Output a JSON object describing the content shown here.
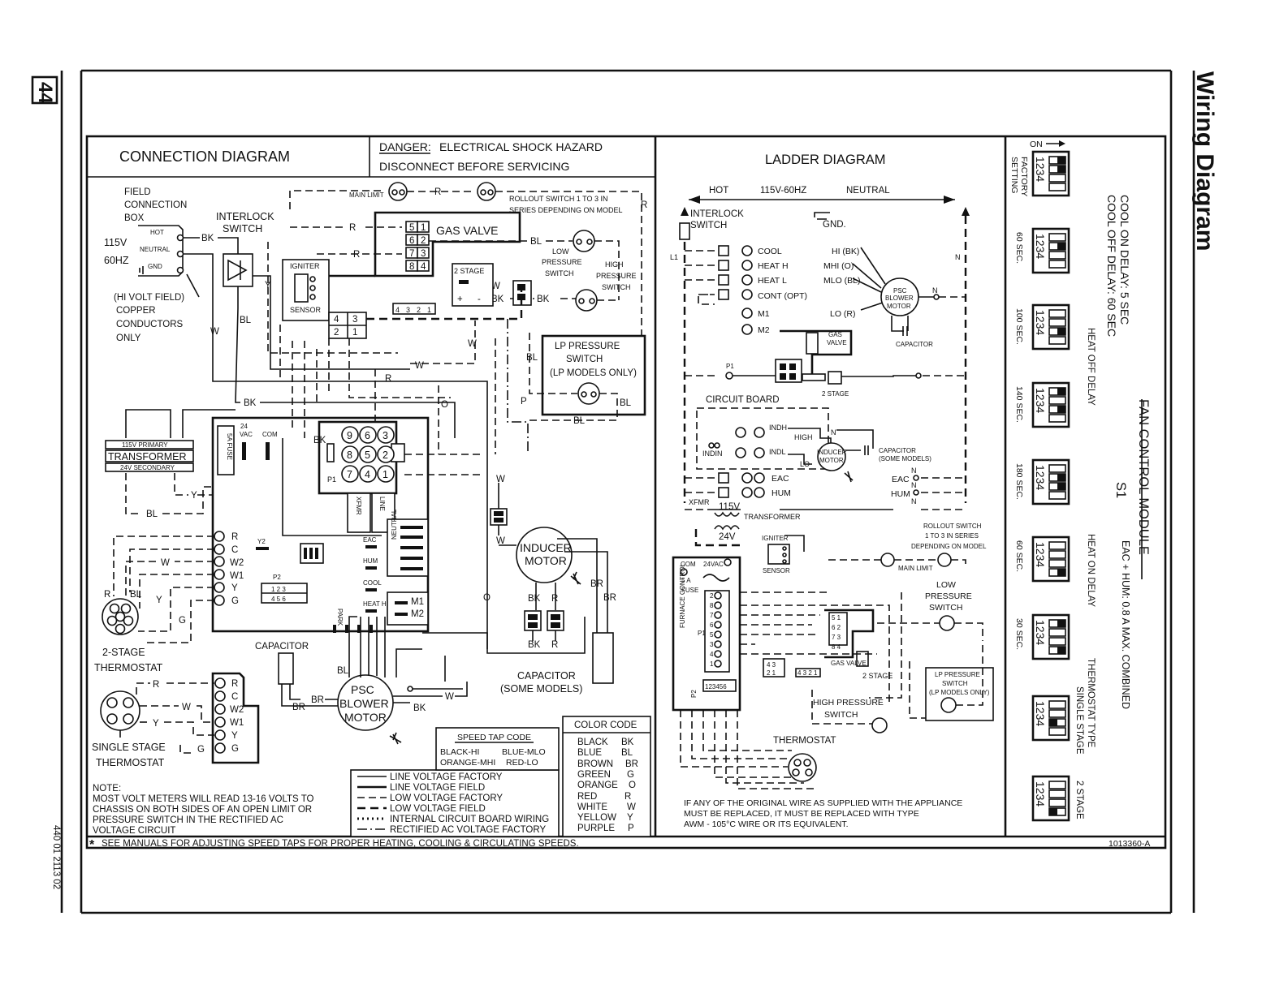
{
  "page": {
    "number": "44",
    "doc_id": "440 01 2113 02",
    "section_title": "Wiring Diagram"
  },
  "connection": {
    "title": "CONNECTION DIAGRAM",
    "danger_line1_label": "DANGER:",
    "danger_line1_text": "ELECTRICAL SHOCK HAZARD",
    "danger_line2": "DISCONNECT BEFORE SERVICING",
    "field_box": [
      "FIELD",
      "CONNECTION",
      "BOX"
    ],
    "supply": [
      "115V",
      "60HZ"
    ],
    "hot": "HOT",
    "neutral": "NEUTRAL",
    "gnd": "GND",
    "hi_volt_field": "(HI VOLT FIELD)",
    "copper": [
      "COPPER",
      "CONDUCTORS",
      "ONLY"
    ],
    "interlock_switch": [
      "INTERLOCK",
      "SWITCH"
    ],
    "main_limit": "MAIN LIMIT",
    "rollout": [
      "ROLLOUT SWITCH 1 TO 3 IN",
      "SERIES DEPENDING ON MODEL"
    ],
    "gas_valve": "GAS VALVE",
    "igniter": "IGNITER",
    "sensor": "SENSOR",
    "two_stage": "2 STAGE",
    "low_pressure": [
      "LOW",
      "PRESSURE",
      "SWITCH"
    ],
    "high_pressure": [
      "HIGH",
      "PRESSURE",
      "SWITCH"
    ],
    "lp_pressure": [
      "LP PRESSURE",
      "SWITCH",
      "(LP MODELS ONLY)"
    ],
    "transformer": "TRANSFORMER",
    "primary": "115V PRIMARY",
    "secondary": "24V SECONDARY",
    "vac24": [
      "24",
      "VAC"
    ],
    "com": "COM",
    "fuse": "5A FUSE",
    "inducer_motor": [
      "INDUCER",
      "MOTOR"
    ],
    "psc_blower": [
      "PSC",
      "BLOWER",
      "MOTOR"
    ],
    "capacitor": "CAPACITOR",
    "capacitor_some": [
      "CAPACITOR",
      "(SOME MODELS)"
    ],
    "two_stage_thermostat": [
      "2-STAGE",
      "THERMOSTAT"
    ],
    "single_stage_thermostat": [
      "SINGLE STAGE",
      "THERMOSTAT"
    ],
    "terminals": [
      "R",
      "C",
      "W2",
      "W1",
      "Y",
      "G"
    ],
    "pins_p1": [
      "9",
      "6",
      "3",
      "8",
      "5",
      "2",
      "7",
      "4",
      "1"
    ],
    "p1": "P1",
    "p2": "P2",
    "y2": "Y2",
    "board_labels": [
      "EAC",
      "HUM",
      "NEUTRAL",
      "COOL",
      "HEAT H",
      "M1",
      "M2",
      "LINE",
      "XFMR"
    ],
    "wire_codes": {
      "bk": "BK",
      "r": "R",
      "bl": "BL",
      "y": "Y",
      "w": "W",
      "o": "O",
      "br": "BR",
      "g": "G",
      "p": "P"
    },
    "note_title": "NOTE:",
    "note": [
      "MOST VOLT METERS WILL READ 13-16 VOLTS TO",
      "CHASSIS ON BOTH SIDES OF AN OPEN LIMIT OR",
      "PRESSURE SWITCH IN THE RECTIFIED AC",
      "VOLTAGE CIRCUIT"
    ],
    "legend": [
      "LINE VOLTAGE FACTORY",
      "LINE VOLTAGE FIELD",
      "LOW VOLTAGE FACTORY",
      "LOW VOLTAGE FIELD",
      "INTERNAL CIRCUIT BOARD WIRING",
      "RECTIFIED AC VOLTAGE FACTORY"
    ],
    "speed_tap": {
      "title": "SPEED TAP CODE",
      "rows": [
        [
          "BLACK-HI",
          "BLUE-MLO"
        ],
        [
          "ORANGE-MHI",
          "RED-LO"
        ]
      ]
    },
    "color_code": {
      "title": "COLOR   CODE",
      "rows": [
        [
          "BLACK",
          "BK"
        ],
        [
          "BLUE",
          "BL"
        ],
        [
          "BROWN",
          "BR"
        ],
        [
          "GREEN",
          "G"
        ],
        [
          "ORANGE",
          "O"
        ],
        [
          "RED",
          "R"
        ],
        [
          "WHITE",
          "W"
        ],
        [
          "YELLOW",
          "Y"
        ],
        [
          "PURPLE",
          "P"
        ]
      ]
    },
    "footnote": "SEE MANUALS FOR ADJUSTING SPEED TAPS FOR PROPER HEATING, COOLING & CIRCULATING SPEEDS."
  },
  "ladder": {
    "title": "LADDER DIAGRAM",
    "hot": "HOT",
    "supply": "115V-60HZ",
    "neutral": "NEUTRAL",
    "interlock": [
      "INTERLOCK",
      "SWITCH"
    ],
    "gnd": "GND.",
    "l1": "L1",
    "n": "N",
    "rungs": [
      [
        "COOL",
        "HI (BK)"
      ],
      [
        "HEAT H",
        "MHI (O)"
      ],
      [
        "HEAT L",
        "MLO (BL)"
      ],
      [
        "CONT (OPT)",
        ""
      ],
      [
        "M1",
        "LO (R)"
      ],
      [
        "M2",
        ""
      ]
    ],
    "psc_blower": [
      "PSC",
      "BLOWER",
      "MOTOR"
    ],
    "capacitor": "CAPACITOR",
    "gas_valve": [
      "GAS",
      "VALVE"
    ],
    "p1": "P1",
    "two_stage": "2 STAGE",
    "circuit_board": "CIRCUIT BOARD",
    "indh": "INDH",
    "indl": "INDL",
    "indin": "INDIN",
    "high": "HIGH",
    "lo": "LO",
    "inducer": [
      "INDUCER",
      "MOTOR"
    ],
    "cap_some": [
      "CAPACITOR",
      "(SOME MODELS)"
    ],
    "eac": "EAC",
    "hum": "HUM",
    "xfmr": "XFMR",
    "v115": "115V",
    "transformer": "TRANSFORMER",
    "v24": "24V",
    "rollout": [
      "ROLLOUT SWITCH",
      "1 TO 3 IN SERIES",
      "DEPENDING ON MODEL"
    ],
    "igniter": "IGNITER",
    "sensor": "SENSOR",
    "main_limit": "MAIN LIMIT",
    "low_pressure": [
      "LOW",
      "PRESSURE",
      "SWITCH"
    ],
    "com": "COM",
    "vac24": "24VAC",
    "fuse": [
      "5 A",
      "FUSE"
    ],
    "furnace_control": "FURNACE CONTROL",
    "lp_pressure": [
      "LP PRESSURE",
      "SWITCH",
      "(LP MODELS ONLY)"
    ],
    "high_pressure": [
      "HIGH PRESSURE",
      "SWITCH"
    ],
    "thermostat": "THERMOSTAT",
    "notice": [
      "IF ANY OF THE ORIGINAL WIRE AS SUPPLIED WITH THE APPLIANCE",
      "MUST BE REPLACED, IT MUST BE REPLACED WITH TYPE",
      "AWM - 105°C WIRE OR ITS EQUIVALENT."
    ],
    "part_no": "1013360-A"
  },
  "fan_control": {
    "on_label": "ON",
    "switch_digits": "1234",
    "settings": [
      "FACTORY SETTING",
      "60 SEC.",
      "100 SEC.",
      "140 SEC.",
      "180 SEC.",
      "60 SEC.",
      "30 SEC.",
      "",
      ""
    ],
    "cool_on": "COOL ON DELAY: 5 SEC",
    "cool_off": "COOL OFF DELAY: 60 SEC",
    "heat_off": "HEAT OFF DELAY",
    "heat_on": "HEAT ON DELAY",
    "thermostat_type": "THERMOSTAT TYPE",
    "single_stage": "SINGLE STAGE",
    "two_stage": "2 STAGE",
    "module_title": "FAN CONTROL MODULE",
    "s1": "S1",
    "eac_hum": "EAC + HUM:  0.8 A MAX. COMBINED"
  }
}
